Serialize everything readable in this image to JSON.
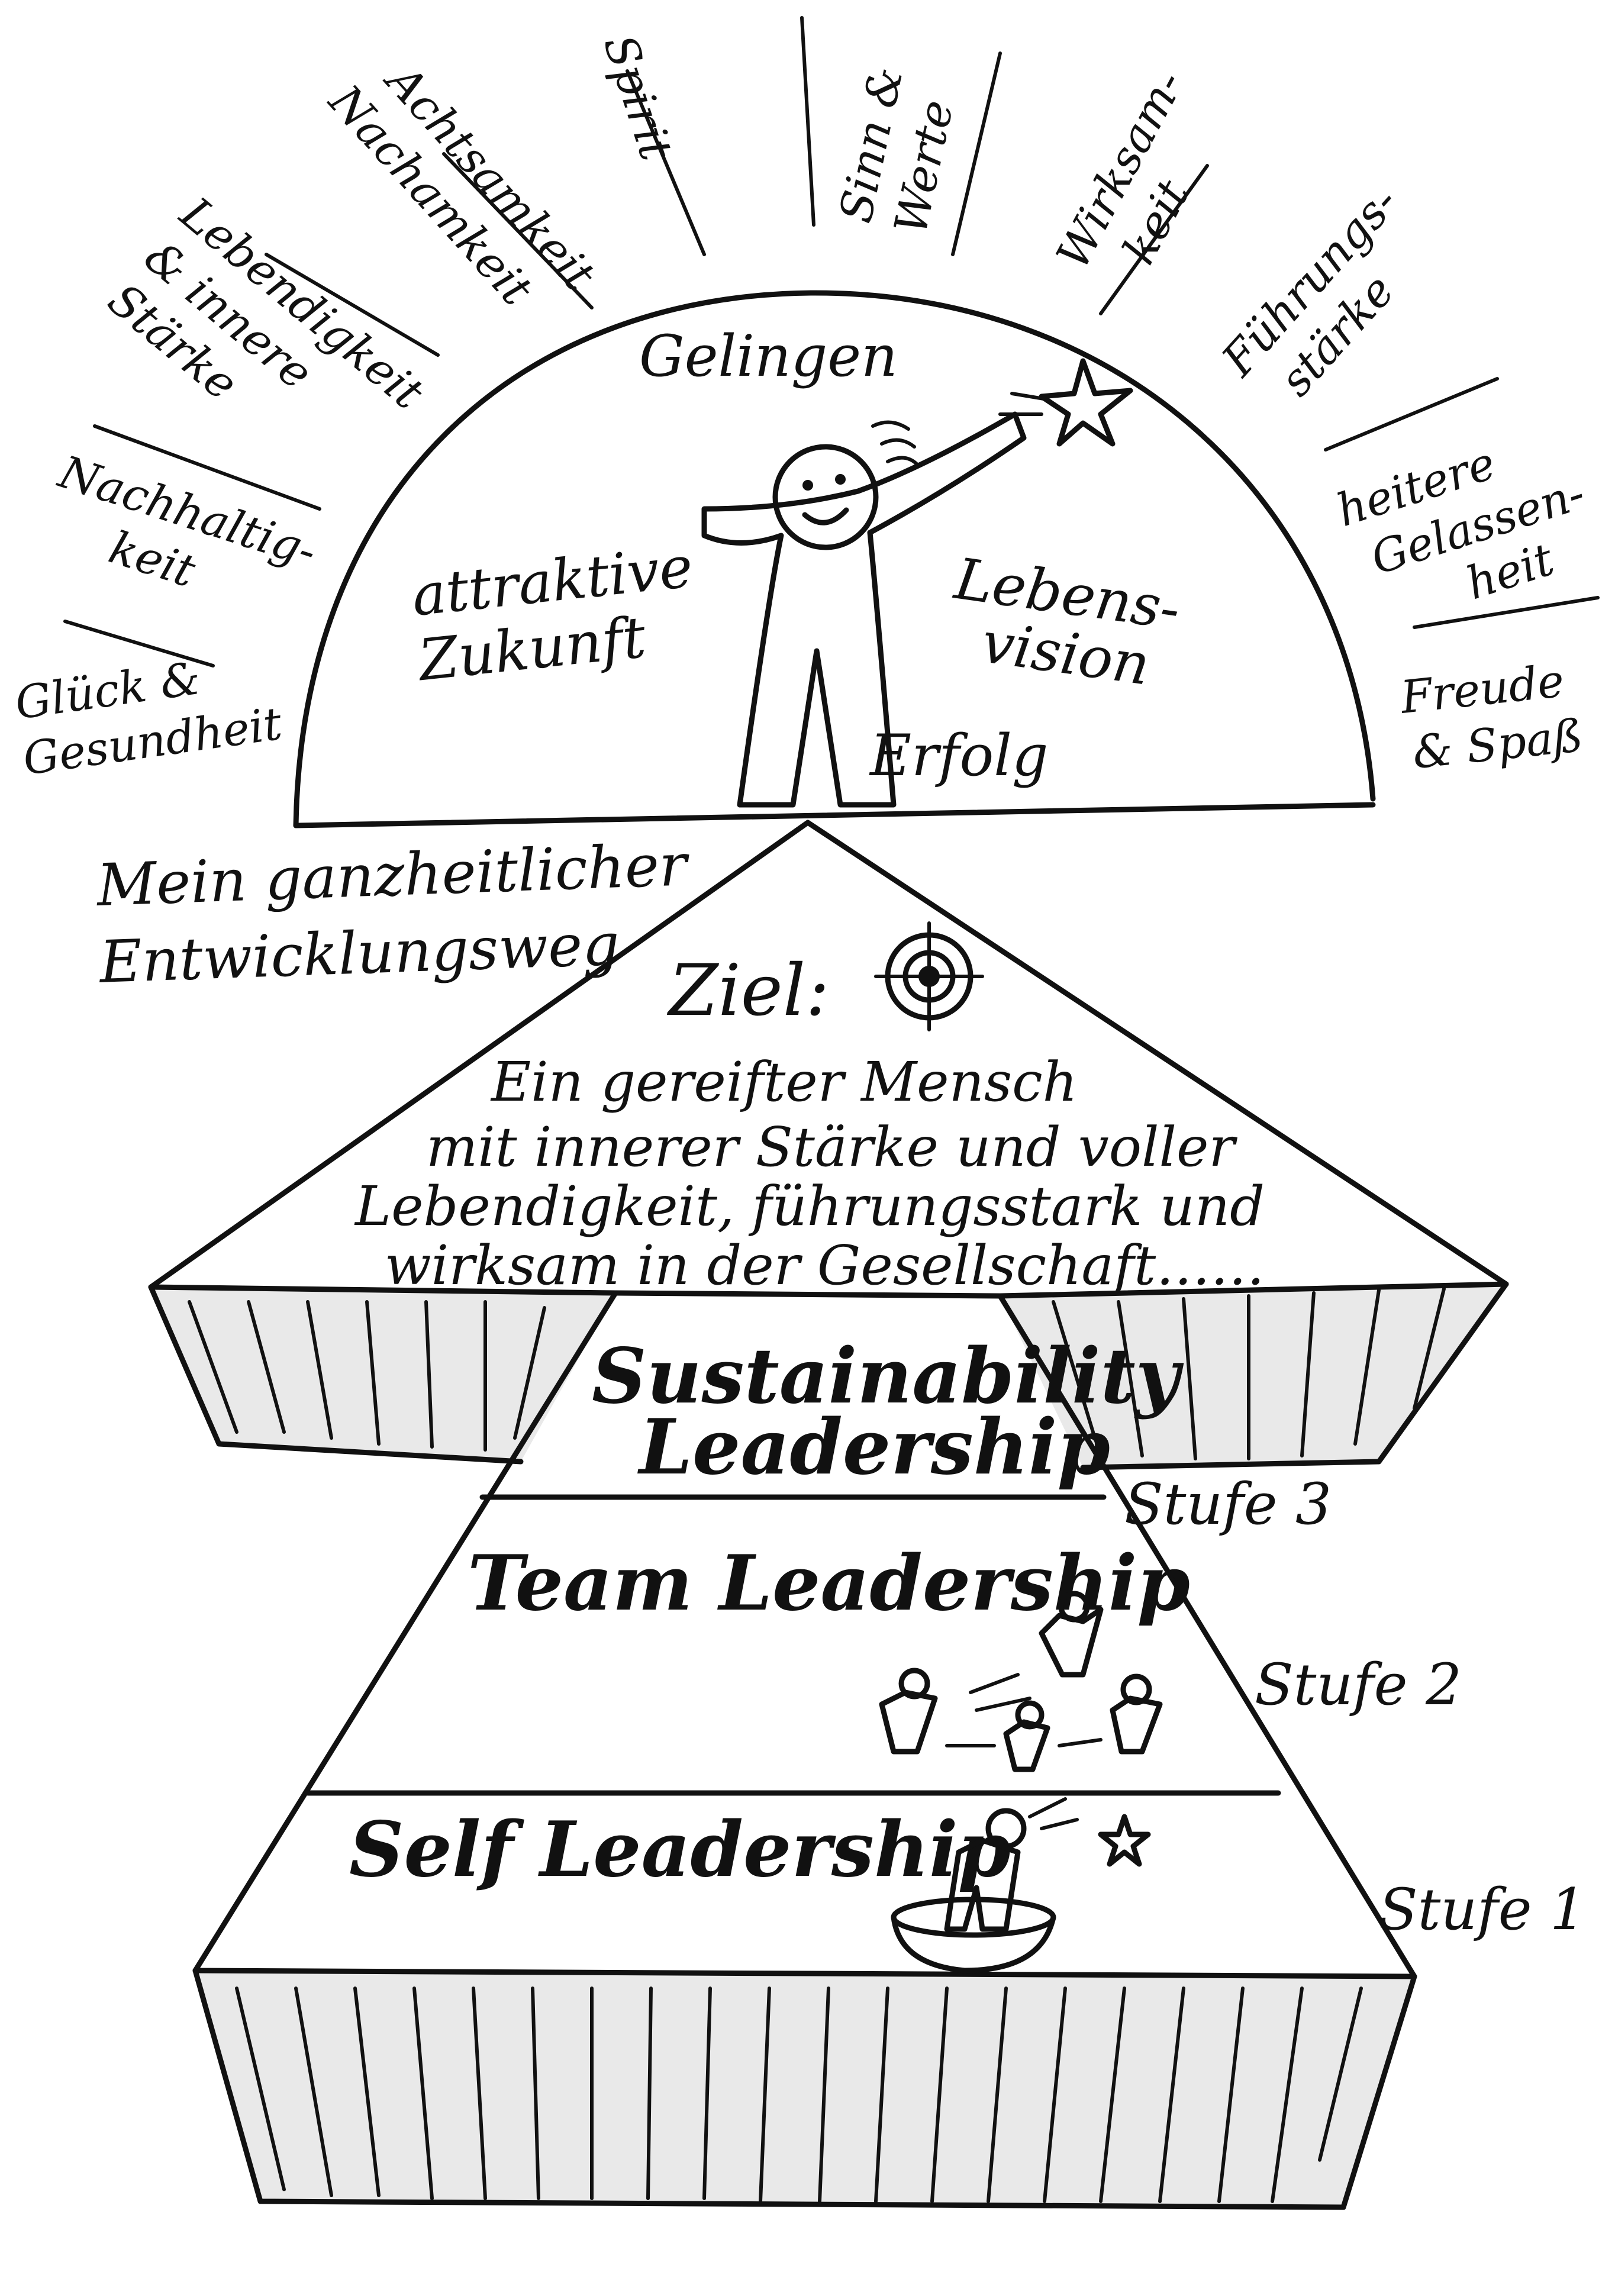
{
  "rays": [
    {
      "id": "glueck",
      "lines": [
        "Glück &",
        "Gesundheit"
      ]
    },
    {
      "id": "nachhaltigkeit",
      "lines": [
        "Nachhaltig-",
        "keit"
      ]
    },
    {
      "id": "lebendigkeit",
      "lines": [
        "Lebendigkeit",
        "& innere",
        "Stärke"
      ]
    },
    {
      "id": "achtsamkeit",
      "lines": [
        "Achtsamkeit",
        "Nachamkeit"
      ]
    },
    {
      "id": "spirit",
      "lines": [
        "Spirit"
      ]
    },
    {
      "id": "sinn",
      "lines": [
        "Sinn &",
        "Werte"
      ]
    },
    {
      "id": "wirksamkeit",
      "lines": [
        "Wirksam-",
        "keit"
      ]
    },
    {
      "id": "fuehrungsstaerke",
      "lines": [
        "Führungs-",
        "stärke"
      ]
    },
    {
      "id": "gelassenheit",
      "lines": [
        "heitere",
        "Gelassen-",
        "heit"
      ]
    },
    {
      "id": "freude",
      "lines": [
        "Freude",
        "& Spaß"
      ]
    }
  ],
  "dome": {
    "gelingen": "Gelingen",
    "zukunft": [
      "attraktive",
      "Zukunft"
    ],
    "vision": [
      "Lebens-",
      "vision"
    ],
    "erfolg": "Erfolg"
  },
  "path_title": [
    "Mein ganzheitlicher",
    "Entwicklungsweg"
  ],
  "goal": {
    "label": "Ziel:",
    "lines": [
      "Ein gereifter Mensch",
      "mit innerer Stärke und voller",
      "Lebendigkeit, führungsstark und",
      "wirksam in der Gesellschaft……"
    ]
  },
  "levels": [
    {
      "id": "sustainability",
      "lines": [
        "Sustainability",
        "Leadership"
      ],
      "stufe": "Stufe 3"
    },
    {
      "id": "team",
      "lines": [
        "Team Leadership"
      ],
      "stufe": "Stufe 2"
    },
    {
      "id": "self",
      "lines": [
        "Self Leadership"
      ],
      "stufe": "Stufe 1"
    }
  ],
  "icons": [
    "person-cheering-icon",
    "star-icon",
    "target-icon",
    "team-figures-icon",
    "person-in-bowl-icon"
  ]
}
